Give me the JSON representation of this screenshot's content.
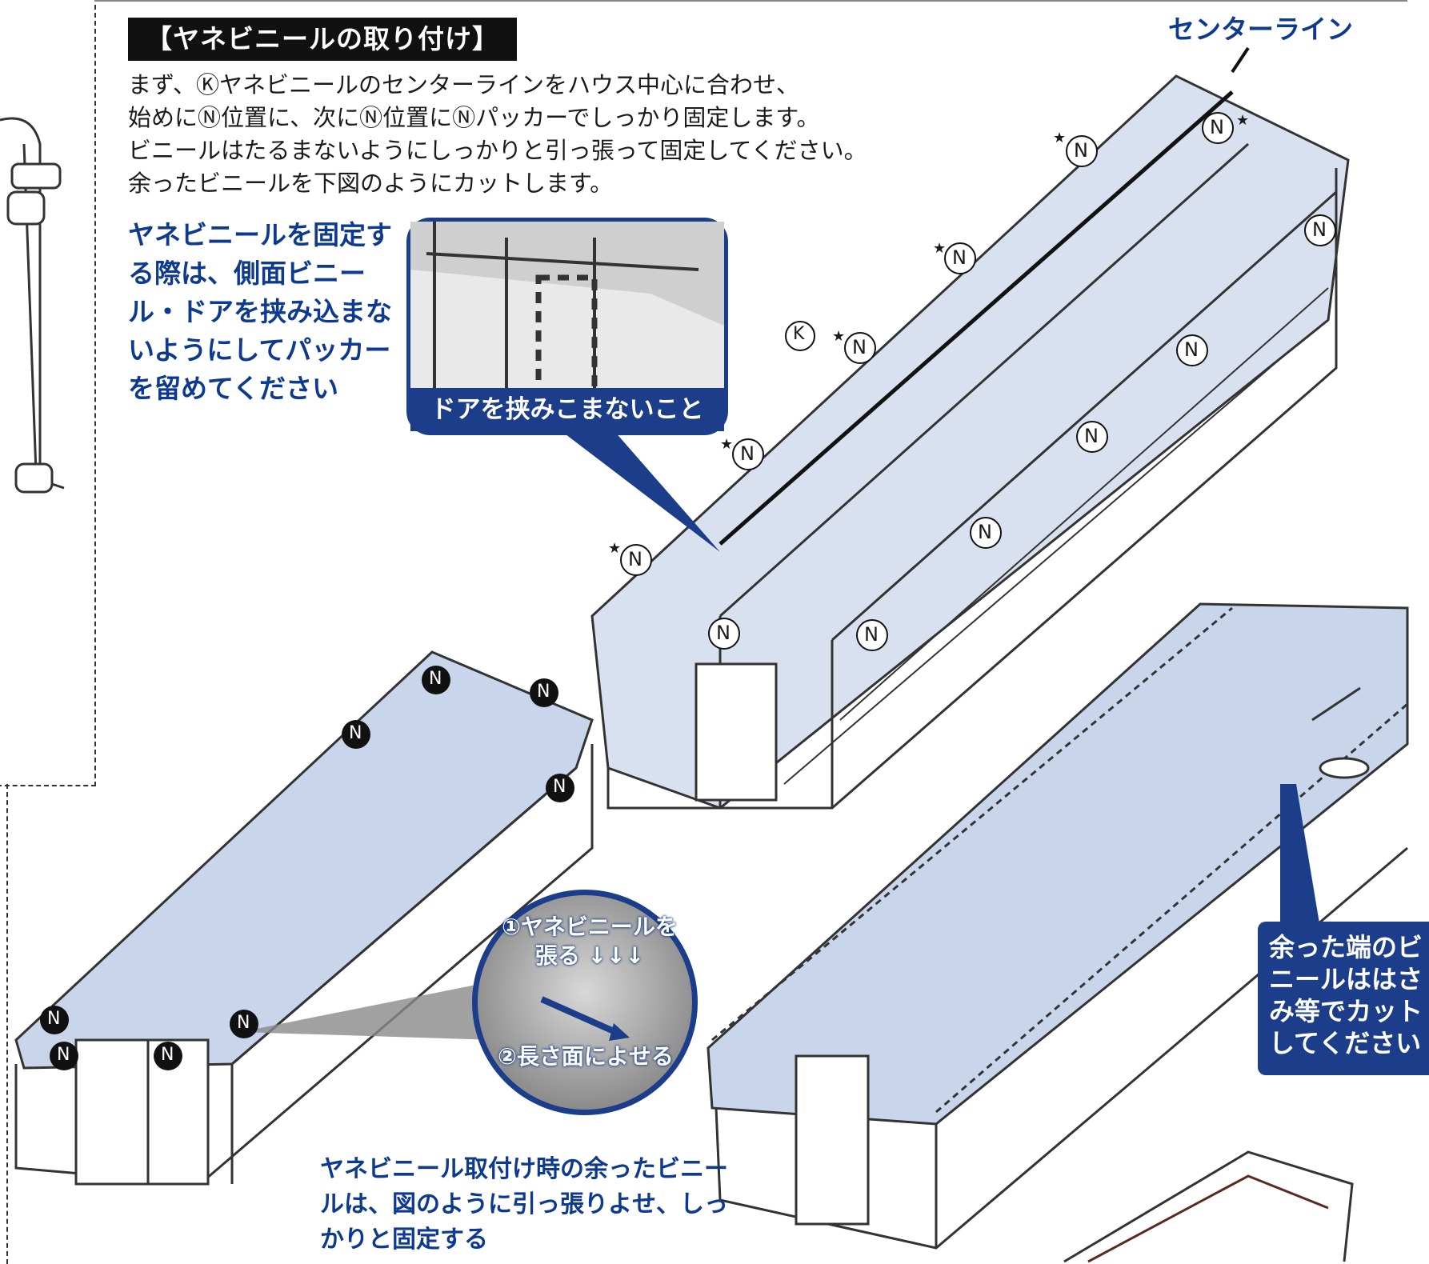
{
  "header": {
    "title": "【ヤネビニールの取り付け】"
  },
  "intro": {
    "lines": [
      "まず、Ⓚヤネビニールのセンターラインをハウス中心に合わせ、",
      "始めにⓃ位置に、次にⓃ位置にⓃパッカーでしっかり固定します。",
      "ビニールはたるまないようにしっかりと引っ張って固定してください。",
      "余ったビニールを下図のようにカットします。"
    ]
  },
  "note_blue": {
    "text": "ヤネビニールを固定する際は、側面ビニール・ドアを挟み込まないようにしてパッカーを留めてください"
  },
  "callout_door": {
    "caption": "ドアを挟みこまないこと"
  },
  "center_line_label": "センターライン",
  "zoom": {
    "step1": "①ヤネビニールを張る ↓↓↓",
    "step2": "②長さ面によせる"
  },
  "bottom_note": {
    "text": "ヤネビニール取付け時の余ったビニールは、図のように引っ張りよせ、しっかりと固定する"
  },
  "cut_note": {
    "text": "余った端のビニールははさみ等でカットしてください"
  },
  "markers": {
    "n": "N",
    "k": "K",
    "star": "★"
  },
  "colors": {
    "accent_blue": "#1b3d8a",
    "text_blue": "#0d3a8f",
    "vinyl": "#b7c6e0"
  }
}
